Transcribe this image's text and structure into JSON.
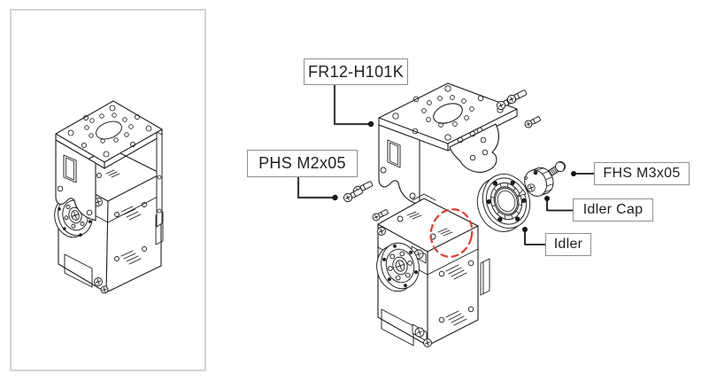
{
  "diagram": {
    "type": "exploded-assembly-drawing",
    "labels": {
      "frame": "FR12-H101K",
      "phs_screw": "PHS M2x05",
      "fhs_screw": "FHS M3x05",
      "idler_cap": "Idler Cap",
      "idler": "Idler"
    },
    "colors": {
      "background": "#ffffff",
      "line_art": "#1c1c1c",
      "leader_line_left": "#3c3c3c",
      "leader_line_right": "#161616",
      "label_border": "#8f8f8f",
      "label_text": "#1f1f1f",
      "panel_border": "#d4d4d4",
      "highlight_red": "#e8392e"
    }
  }
}
